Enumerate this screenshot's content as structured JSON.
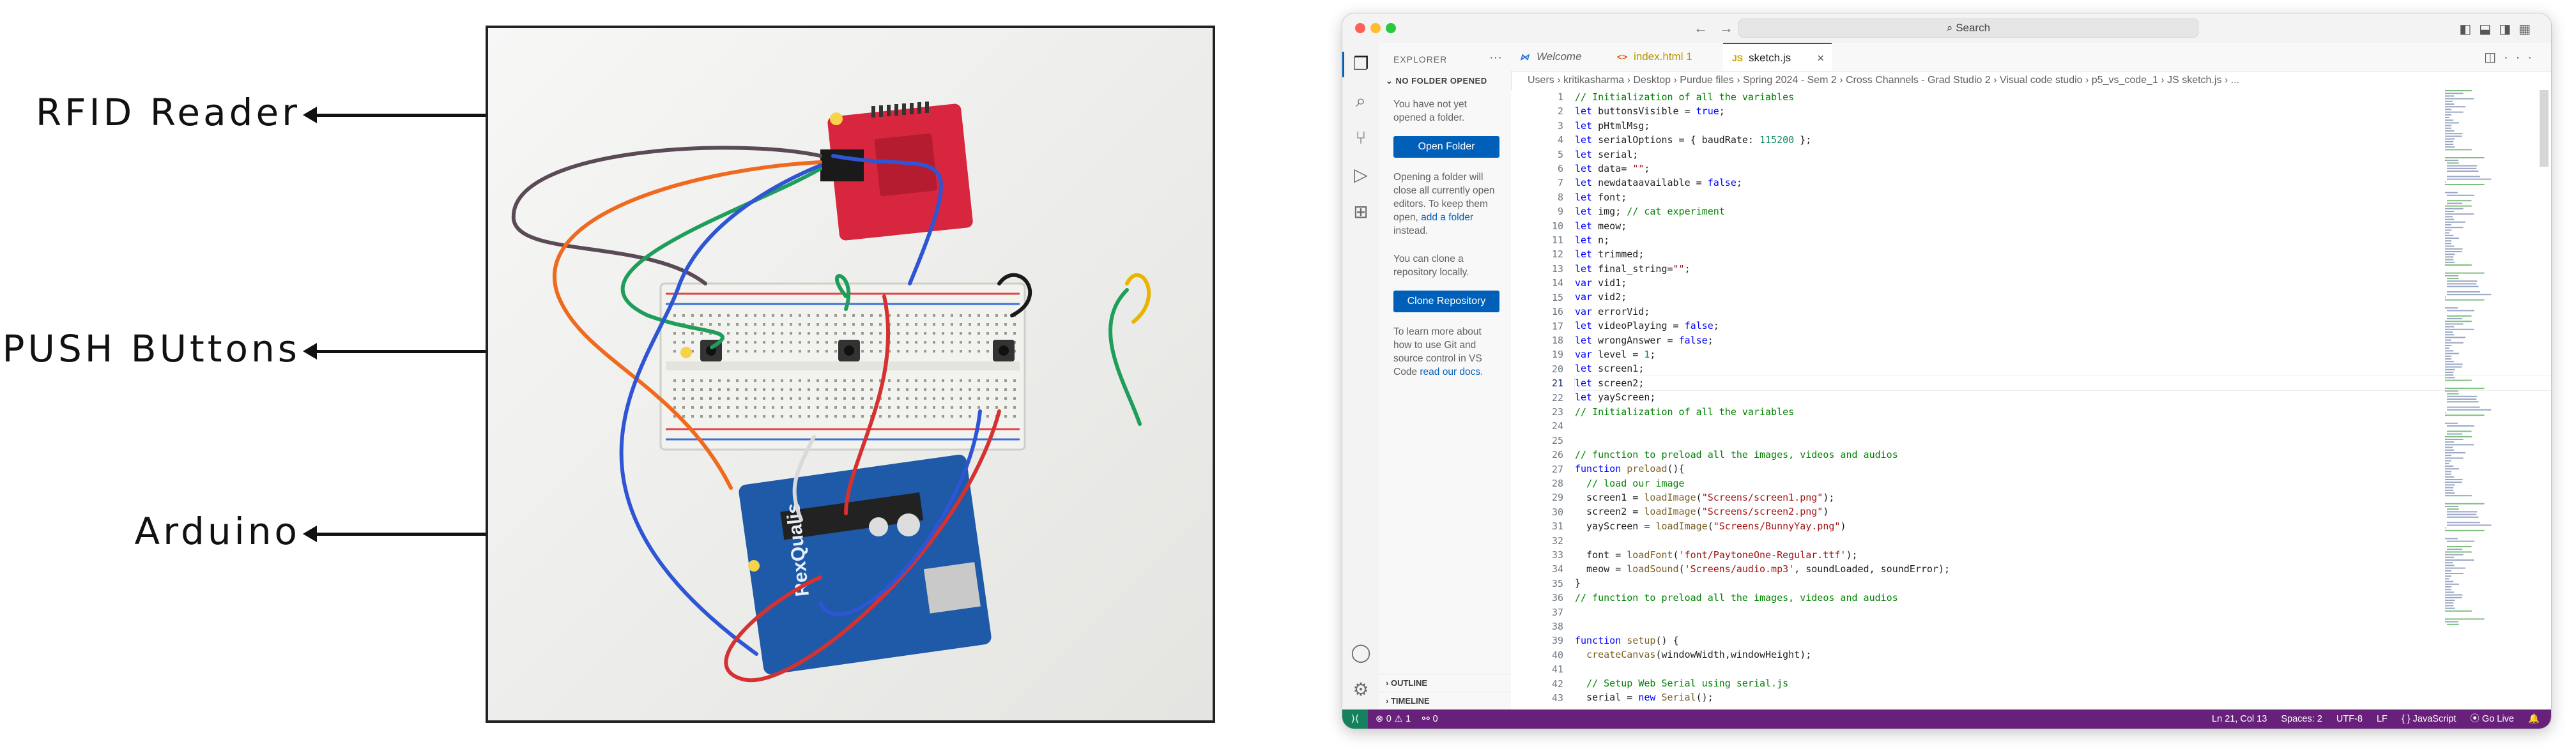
{
  "labels": {
    "rfid": "RFID Reader",
    "buttons": "PUSH BUttons",
    "arduino": "Arduino"
  },
  "board_text": "RexQualis",
  "window": {
    "search": "Search"
  },
  "activity": {
    "icons": [
      "files-icon",
      "search-icon",
      "source-control-icon",
      "run-debug-icon",
      "extensions-icon",
      "account-icon",
      "gear-icon"
    ]
  },
  "sidebar": {
    "title": "EXPLORER",
    "section": "NO FOLDER OPENED",
    "msg_no_folder": "You have not yet opened a folder.",
    "open_folder": "Open Folder",
    "msg_open_pre": "Opening a folder will close all currently open editors. To keep them open, ",
    "msg_open_link": "add a folder",
    "msg_open_post": " instead.",
    "msg_clone": "You can clone a repository locally.",
    "clone_repo": "Clone Repository",
    "msg_learn_pre": "To learn more about how to use Git and source control in VS Code ",
    "msg_learn_link": "read our docs",
    "msg_learn_post": ".",
    "outline": "OUTLINE",
    "timeline": "TIMELINE"
  },
  "tabs": [
    {
      "label": "Welcome",
      "icon": "vscode-icon"
    },
    {
      "label": "index.html 1",
      "icon": "html-icon"
    },
    {
      "label": "sketch.js",
      "icon": "js-icon",
      "active": true
    }
  ],
  "breadcrumbs": [
    "Users",
    "kritikasharma",
    "Desktop",
    "Purdue files",
    "Spring 2024 - Sem 2",
    "Cross Channels - Grad Studio 2",
    "Visual code studio",
    "p5_vs_code_1",
    "JS sketch.js",
    "..."
  ],
  "code_lines": [
    "// Initialization of all the variables",
    "let buttonsVisible = true;",
    "let pHtmlMsg;",
    "let serialOptions = { baudRate: 115200 };",
    "let serial;",
    "let data= \"\";",
    "let newdataavailable = false;",
    "let font;",
    "let img; // cat experiment",
    "let meow;",
    "let n;",
    "let trimmed;",
    "let final_string=\"\";",
    "var vid1;",
    "var vid2;",
    "var errorVid;",
    "let videoPlaying = false;",
    "let wrongAnswer = false;",
    "var level = 1;",
    "let screen1;",
    "let screen2;",
    "let yayScreen;",
    "// Initialization of all the variables",
    "",
    "",
    "// function to preload all the images, videos and audios",
    "function preload(){",
    "  // load our image",
    "  screen1 = loadImage(\"Screens/screen1.png\");",
    "  screen2 = loadImage(\"Screens/screen2.png\")",
    "  yayScreen = loadImage(\"Screens/BunnyYay.png\")",
    "",
    "  font = loadFont('font/PaytoneOne-Regular.ttf');",
    "  meow = loadSound('Screens/audio.mp3', soundLoaded, soundError);",
    "}",
    "// function to preload all the images, videos and audios",
    "",
    "",
    "function setup() {",
    "  createCanvas(windowWidth,windowHeight);",
    "",
    "  // Setup Web Serial using serial.js",
    "  serial = new Serial();"
  ],
  "status": {
    "problems": "⊗ 0 ⚠ 1",
    "ports": "⚯ 0",
    "position": "Ln 21, Col 13",
    "spaces": "Spaces: 2",
    "encoding": "UTF-8",
    "eol": "LF",
    "language": "{ } JavaScript",
    "golive": "⦿ Go Live",
    "bell": "🔔"
  },
  "colors": {
    "statusbar": "#68217a",
    "accent": "#005fb8",
    "breadboard_rail_red": "#e04646",
    "breadboard_rail_blue": "#3d6fd8",
    "rfid_board": "#d7263d",
    "arduino_board": "#1e5aa8"
  }
}
